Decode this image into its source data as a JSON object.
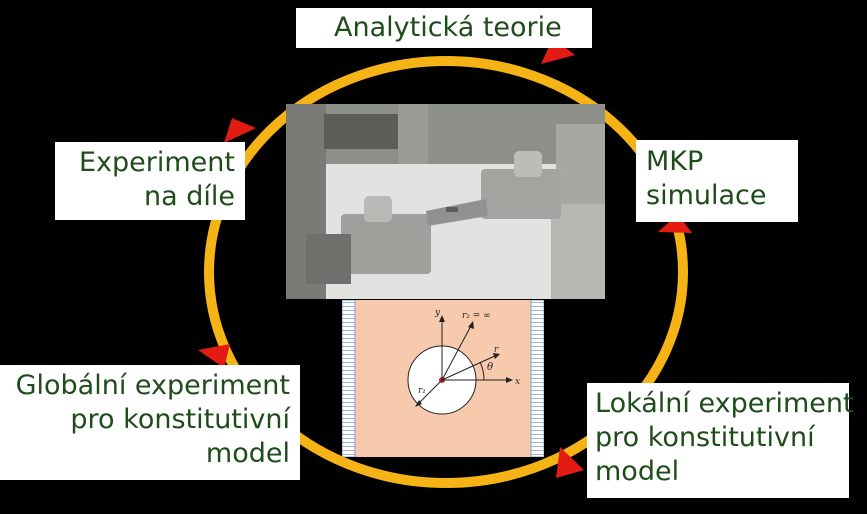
{
  "labels": {
    "analytic": "Analytická teorie",
    "experiment_part": [
      "Experiment",
      "na díle"
    ],
    "mkp": [
      "MKP",
      "simulace"
    ],
    "global": [
      "Globální experiment",
      "pro konstitutivní",
      "model"
    ],
    "local": [
      "Lokální experiment",
      "pro konstitutivní",
      "model"
    ]
  },
  "figure": {
    "axis_y": "y",
    "axis_x": "x",
    "r2": "r₂ = ∞",
    "r": "r",
    "theta": "θ",
    "r1": "r₁"
  },
  "colors": {
    "background": "#000000",
    "cycle": "#f5b316",
    "arrow": "#e31c13",
    "label_text": "#1e4d1a",
    "specimen": "#f7c9ad"
  }
}
